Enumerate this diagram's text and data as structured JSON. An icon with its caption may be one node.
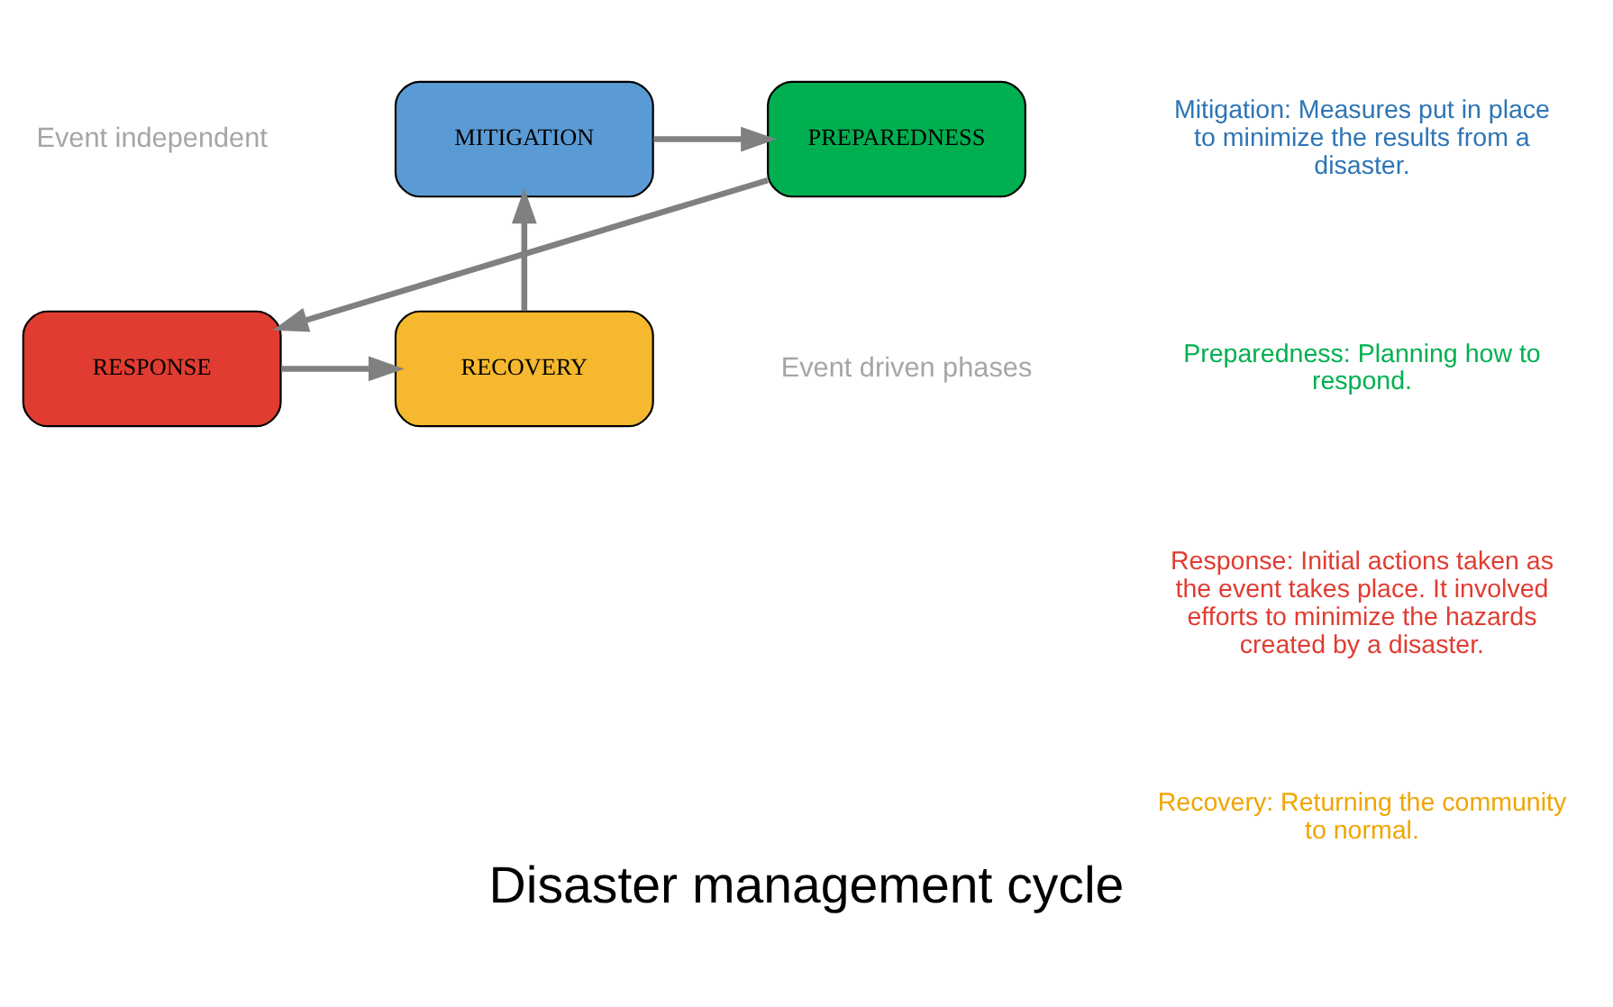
{
  "diagram": {
    "title": "Disaster management cycle",
    "nodes": [
      {
        "text": [
          "MITIGATION"
        ]
      },
      {
        "text": [
          "PREPAREDNESS"
        ]
      },
      {
        "text": [
          "RESPONSE"
        ]
      },
      {
        "text": [
          "RECOVERY"
        ]
      }
    ],
    "edges": [
      {
        "from": 0,
        "to": 1,
        "arrow": "to"
      },
      {
        "from": 1,
        "to": 2,
        "arrow": "to"
      },
      {
        "from": 2,
        "to": 3,
        "arrow": "to"
      },
      {
        "from": 3,
        "to": 0,
        "arrow": "to"
      }
    ],
    "labels": [
      "Event independent",
      "Event driven phases",
      "Mitigation: Measures put in place to minimize the results from a disaster.",
      "Preparedness: Planning how to respond.",
      "Response: Initial actions taken as the event takes place. It involved efforts to minimize the hazards created by a disaster.",
      "Recovery: Returning the community to normal."
    ]
  }
}
